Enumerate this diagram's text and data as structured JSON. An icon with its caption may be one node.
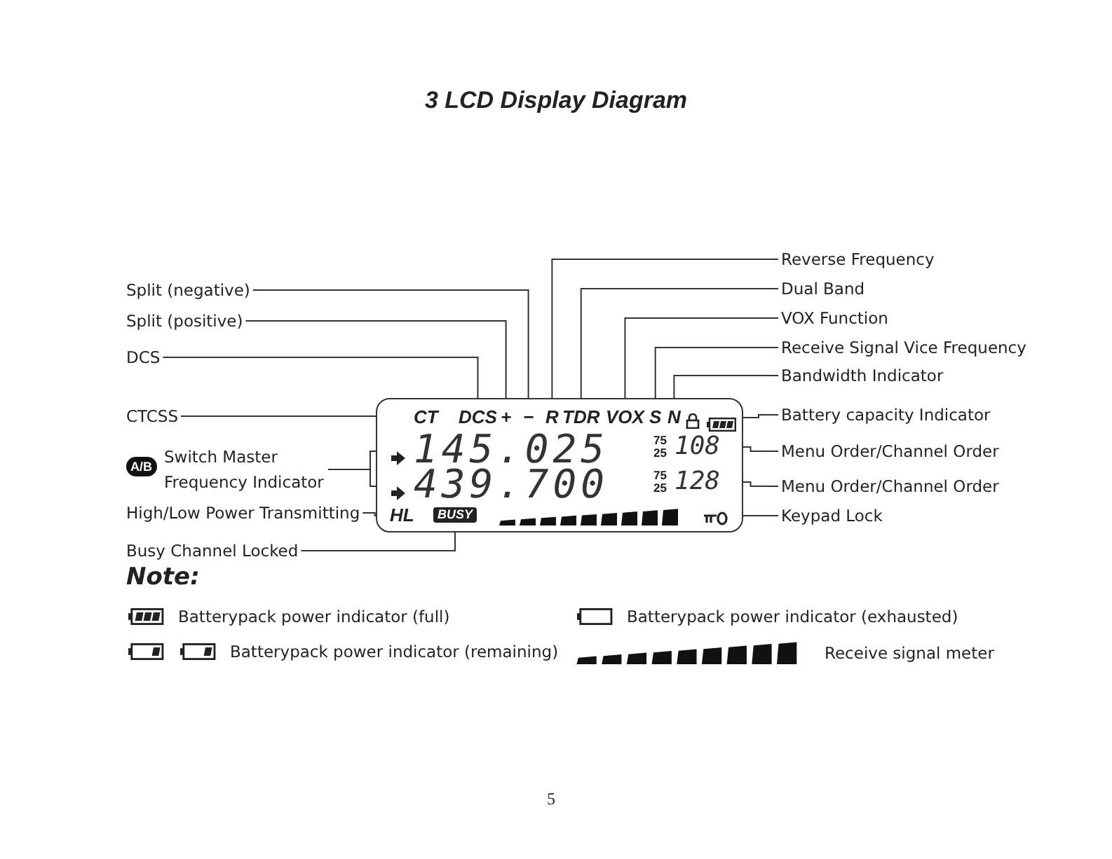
{
  "diagram": {
    "title": "3 LCD Display Diagram",
    "nodes": [
      {
        "text": [],
        "shape": "box"
      },
      {
        "text": [
          "CT"
        ],
        "in": 0
      },
      {
        "text": [
          "DCS"
        ],
        "in": 0
      },
      {
        "text": [
          "+"
        ],
        "in": 0
      },
      {
        "text": [
          "−"
        ],
        "in": 0
      },
      {
        "text": [
          "R"
        ],
        "in": 0
      },
      {
        "text": [
          "TDR"
        ],
        "in": 0
      },
      {
        "text": [
          "VOX"
        ],
        "in": 0
      },
      {
        "text": [
          "S"
        ],
        "in": 0
      },
      {
        "text": [
          "N"
        ],
        "in": 0
      },
      {
        "text": [],
        "shape": "battery",
        "in": 0
      },
      {
        "text": [],
        "shape": "arrow",
        "in": 0
      },
      {
        "text": [],
        "shape": "arrow",
        "in": 0
      },
      {
        "text": [
          "145.025"
        ],
        "in": 0
      },
      {
        "text": [
          "75"
        ],
        "in": 0
      },
      {
        "text": [
          "25"
        ],
        "in": 0
      },
      {
        "text": [
          "108"
        ],
        "in": 0
      },
      {
        "text": [
          "439.700"
        ],
        "in": 0
      },
      {
        "text": [
          "75"
        ],
        "in": 0
      },
      {
        "text": [
          "25"
        ],
        "in": 0
      },
      {
        "text": [
          "128"
        ],
        "in": 0
      },
      {
        "text": [
          "HL"
        ],
        "in": 0
      },
      {
        "text": [
          "BUSY"
        ],
        "in": 0
      },
      {
        "text": [],
        "shape": "bar",
        "in": 0
      },
      {
        "text": [],
        "shape": "key",
        "in": 0
      },
      {
        "text": [
          "Split (negative)"
        ]
      },
      {
        "text": [
          "Split (positive)"
        ]
      },
      {
        "text": [
          "DCS"
        ]
      },
      {
        "text": [
          "CTCSS"
        ]
      },
      {
        "text": [
          "Switch Master Frequency Indicator"
        ],
        "beside": [
          "A/B"
        ]
      },
      {
        "text": [
          "High/Low Power Transmitting"
        ]
      },
      {
        "text": [
          "Busy Channel Locked"
        ]
      },
      {
        "text": [
          "Reverse Frequency"
        ]
      },
      {
        "text": [
          "Dual Band"
        ]
      },
      {
        "text": [
          "VOX Function"
        ]
      },
      {
        "text": [
          "Receive Signal Vice Frequency"
        ]
      },
      {
        "text": [
          "Bandwidth Indicator"
        ]
      },
      {
        "text": [
          "Battery capacity Indicator"
        ]
      },
      {
        "text": [
          "Menu Order/Channel Order"
        ]
      },
      {
        "text": [
          "Menu Order/Channel Order"
        ]
      },
      {
        "text": [
          "Keypad Lock"
        ]
      }
    ],
    "edges": [
      {
        "from": 25,
        "to": 4,
        "arrow": "none"
      },
      {
        "from": 26,
        "to": 3,
        "arrow": "none"
      },
      {
        "from": 27,
        "to": 2,
        "arrow": "none"
      },
      {
        "from": 28,
        "to": 1,
        "arrow": "none"
      },
      {
        "from": 29,
        "to": 11,
        "arrow": "none"
      },
      {
        "from": 29,
        "to": 12,
        "arrow": "none"
      },
      {
        "from": 30,
        "to": 21,
        "arrow": "none"
      },
      {
        "from": 31,
        "to": 22,
        "arrow": "none"
      },
      {
        "from": 32,
        "to": 5,
        "arrow": "none"
      },
      {
        "from": 33,
        "to": 6,
        "arrow": "none"
      },
      {
        "from": 34,
        "to": 7,
        "arrow": "none"
      },
      {
        "from": 35,
        "to": 8,
        "arrow": "none"
      },
      {
        "from": 36,
        "to": 9,
        "arrow": "none"
      },
      {
        "from": 37,
        "to": 10,
        "arrow": "none"
      },
      {
        "from": 38,
        "to": 16,
        "arrow": "none"
      },
      {
        "from": 39,
        "to": 20,
        "arrow": "none"
      },
      {
        "from": 40,
        "to": 24,
        "arrow": "none"
      }
    ],
    "labels": [
      "Note:",
      "5"
    ],
    "legend": [
      {
        "text": "Batterypack power indicator (full)"
      },
      {
        "text": "Batterypack power indicator (exhausted)"
      },
      {
        "text": "Batterypack power indicator (remaining)"
      },
      {
        "text": "Receive signal meter"
      }
    ]
  }
}
